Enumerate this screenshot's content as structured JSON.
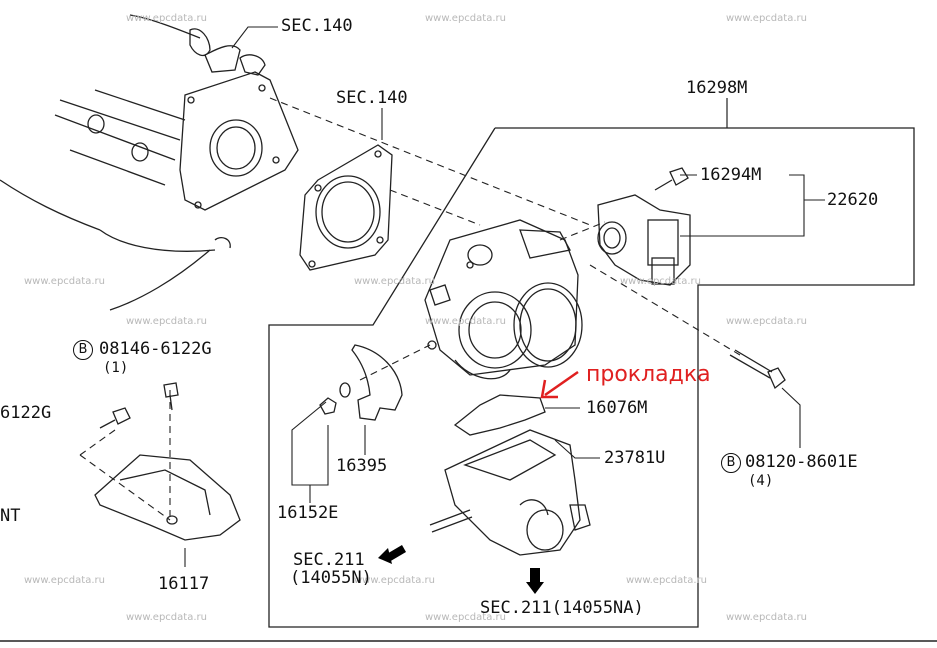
{
  "watermarks": [
    "www.epcdata.ru",
    "www.epcdata.ru",
    "www.epcdata.ru",
    "www.epcdata.ru",
    "www.epcdata.ru",
    "www.epcdata.ru",
    "www.epcdata.ru",
    "www.epcdata.ru",
    "www.epcdata.ru",
    "www.epcdata.ru",
    "www.epcdata.ru",
    "www.epcdata.ru",
    "www.epcdata.ru",
    "www.epcdata.ru",
    "www.epcdata.ru"
  ],
  "labels": {
    "sec140_top": "SEC.140",
    "sec140_mid": "SEC.140",
    "p16298m": "16298M",
    "p16294m": "16294M",
    "p22620": "22620",
    "bolt_b1_code": "08146-6122G",
    "bolt_b1_qty": "(1)",
    "bolt_left": "6122G",
    "p16076m": "16076M",
    "p23781u": "23781U",
    "bolt_b2_code": "08120-8601E",
    "bolt_b2_qty": "(4)",
    "p16395": "16395",
    "p16152e": "16152E",
    "sec211_a": "SEC.211",
    "sec211_a_sub": "(14055N)",
    "sec211_b": "SEC.211(14055NA)",
    "p16117": "16117",
    "front_edge": "NT",
    "circle_b": "B"
  },
  "annotation": {
    "text": "прокладка",
    "color": "#e02020"
  }
}
